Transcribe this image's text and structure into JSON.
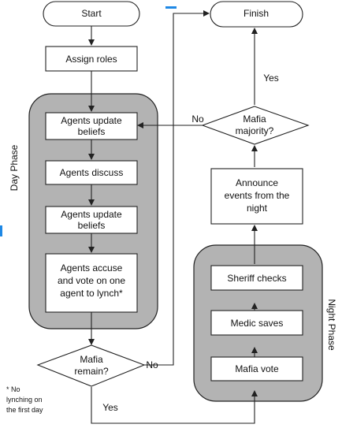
{
  "nodes": {
    "start": "Start",
    "finish": "Finish",
    "assign": "Assign roles",
    "update1": [
      "Agents update",
      "beliefs"
    ],
    "discuss": "Agents discuss",
    "update2": [
      "Agents update",
      "beliefs"
    ],
    "accuse": [
      "Agents accuse",
      "and vote on one",
      "agent to lynch*"
    ],
    "mafia_remain": [
      "Mafia",
      "remain?"
    ],
    "mafia_majority": [
      "Mafia",
      "majority?"
    ],
    "announce": [
      "Announce",
      "events from the",
      "night"
    ],
    "sheriff": "Sheriff checks",
    "medic": "Medic saves",
    "mafia_vote": "Mafia vote"
  },
  "phases": {
    "day": "Day Phase",
    "night": "Night Phase"
  },
  "edge_labels": {
    "yes_finish": "Yes",
    "no_update": "No",
    "no_night": "No",
    "yes_bottom": "Yes"
  },
  "footnote": [
    "* No",
    "lynching on",
    "the first day"
  ],
  "colors": {
    "phase_fill": "#b3b3b3",
    "accent": "#1e88e5"
  }
}
